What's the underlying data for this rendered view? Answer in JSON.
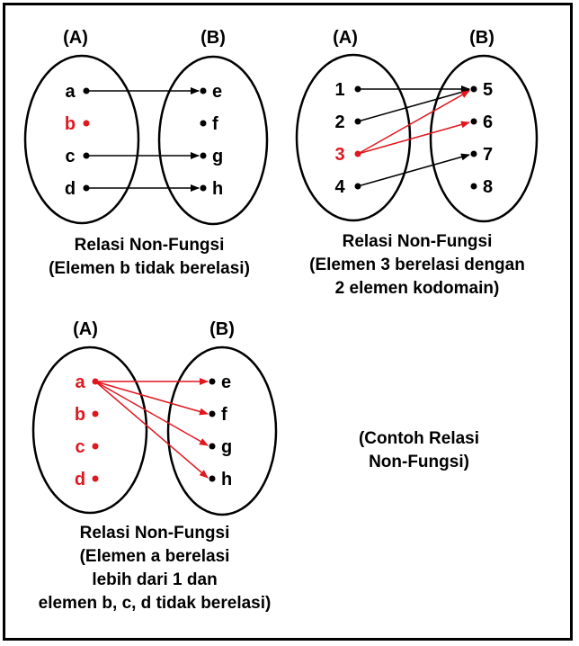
{
  "colors": {
    "black": "#000000",
    "red": "#e0171f"
  },
  "diagrams": [
    {
      "set_a_label": "(A)",
      "set_b_label": "(B)",
      "domain": [
        "a",
        "b",
        "c",
        "d"
      ],
      "codomain": [
        "e",
        "f",
        "g",
        "h"
      ],
      "caption": [
        "Relasi Non-Fungsi",
        "(Elemen b tidak berelasi)"
      ]
    },
    {
      "set_a_label": "(A)",
      "set_b_label": "(B)",
      "domain": [
        "1",
        "2",
        "3",
        "4"
      ],
      "codomain": [
        "5",
        "6",
        "7",
        "8"
      ],
      "caption": [
        "Relasi Non-Fungsi",
        "(Elemen 3 berelasi dengan",
        "2 elemen kodomain)"
      ]
    },
    {
      "set_a_label": "(A)",
      "set_b_label": "(B)",
      "domain": [
        "a",
        "b",
        "c",
        "d"
      ],
      "codomain": [
        "e",
        "f",
        "g",
        "h"
      ],
      "caption": [
        "Relasi Non-Fungsi",
        "(Elemen a berelasi",
        "lebih dari 1 dan",
        "elemen b, c, d tidak berelasi)"
      ]
    }
  ],
  "note": [
    "(Contoh Relasi",
    "Non-Fungsi)"
  ]
}
